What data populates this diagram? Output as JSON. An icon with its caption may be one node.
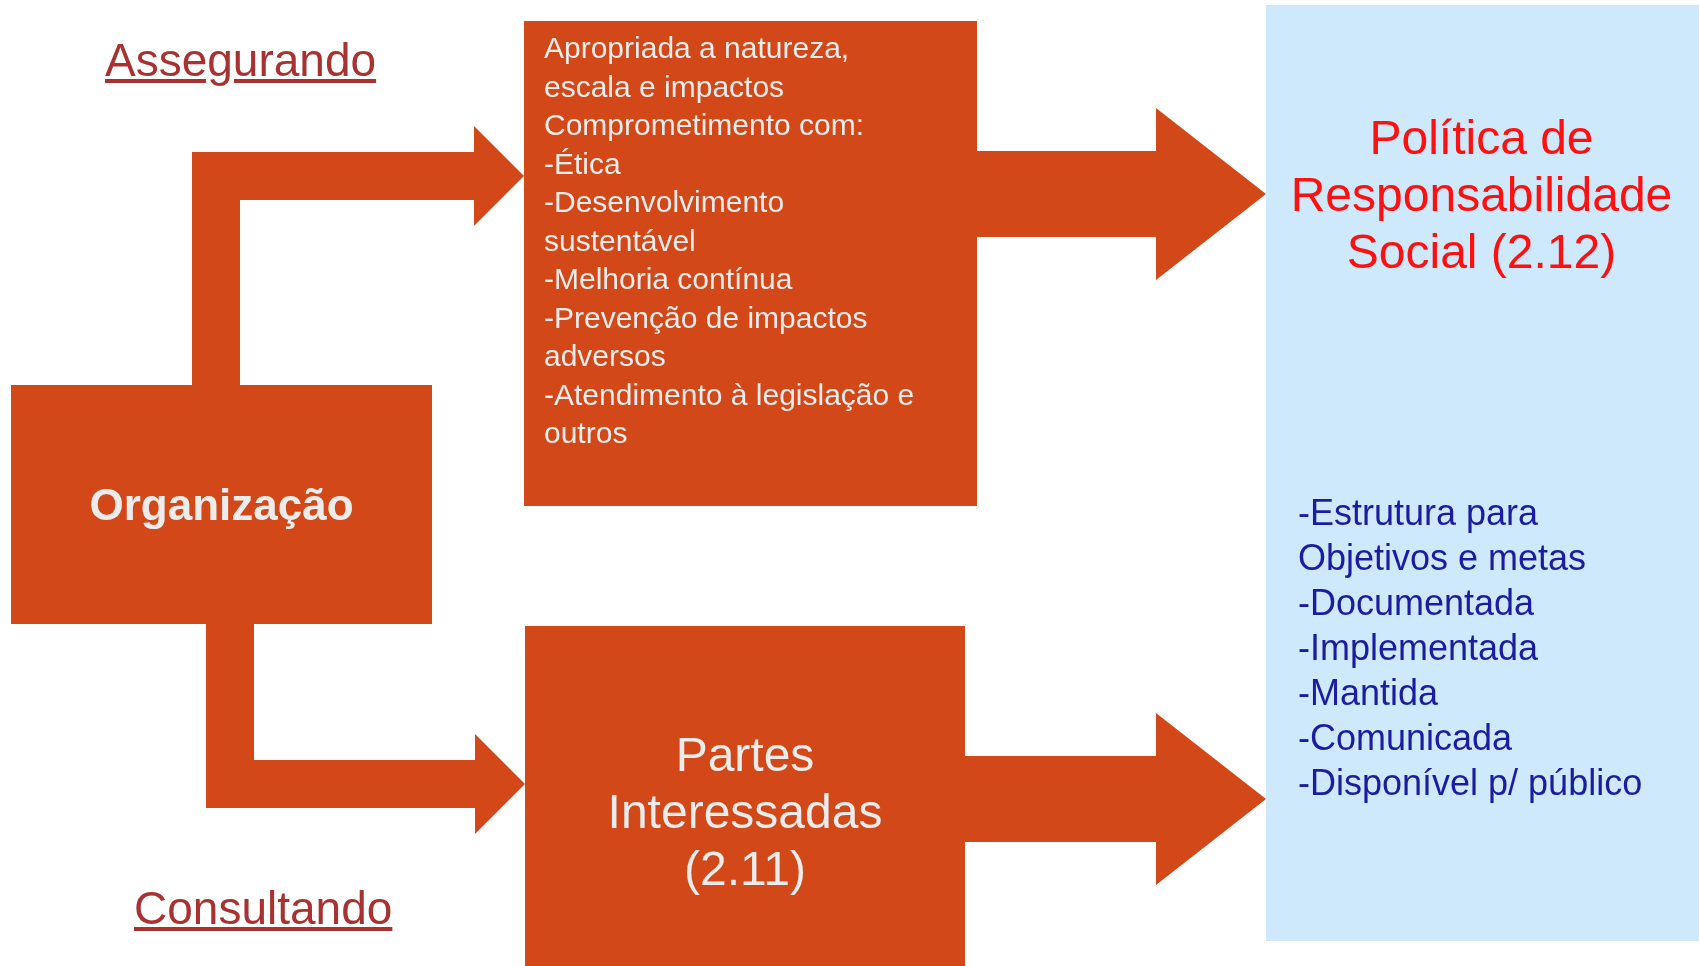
{
  "diagram": {
    "nodes": [
      {
        "text": [
          "Organização"
        ]
      },
      {
        "text": [
          "Apropriada a natureza, escala e impactos",
          "Comprometimento com:",
          "-Ética",
          "-Desenvolvimento sustentável",
          "-Melhoria contínua",
          "-Prevenção de impactos adversos",
          "-Atendimento à legislação e outros"
        ]
      },
      {
        "text": [
          "Partes Interessadas (2.11)"
        ]
      },
      {
        "text": [
          "Política de Responsabilidade Social (2.12)",
          "-Estrutura para Objetivos e metas",
          "-Documentada",
          "-Implementada",
          "-Mantida",
          "-Comunicada",
          "-Disponível p/ público"
        ]
      }
    ],
    "edges": [
      {
        "from": 0,
        "to": 1,
        "arrow": "to"
      },
      {
        "from": 0,
        "to": 2,
        "arrow": "to"
      },
      {
        "from": 1,
        "to": 3,
        "arrow": "to"
      },
      {
        "from": 2,
        "to": 3,
        "arrow": "to"
      }
    ],
    "labels": [
      "Assegurando",
      "Consultando"
    ]
  }
}
